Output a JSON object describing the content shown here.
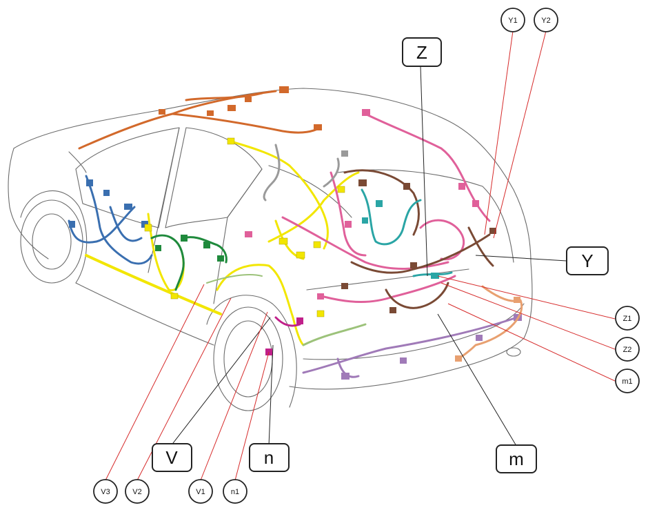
{
  "labels": {
    "Z": "Z",
    "Y": "Y",
    "V": "V",
    "n": "n",
    "m": "m",
    "Y1": "Y1",
    "Y2": "Y2",
    "Z1": "Z1",
    "Z2": "Z2",
    "m1": "m1",
    "V3": "V3",
    "V2": "V2",
    "V1": "V1",
    "n1": "n1"
  },
  "colors": {
    "orange": "#d2692b",
    "yellow": "#f2e600",
    "blue": "#3a6fb0",
    "green": "#1f8a3c",
    "teal": "#2aa5a5",
    "pink": "#e0609a",
    "brown": "#7a4a35",
    "purple": "#a07ab8",
    "lightgreen": "#9cc27a",
    "peach": "#e8a070",
    "magenta": "#c0208a",
    "gray": "#9a9a9a",
    "leader": "#d62a2a"
  }
}
